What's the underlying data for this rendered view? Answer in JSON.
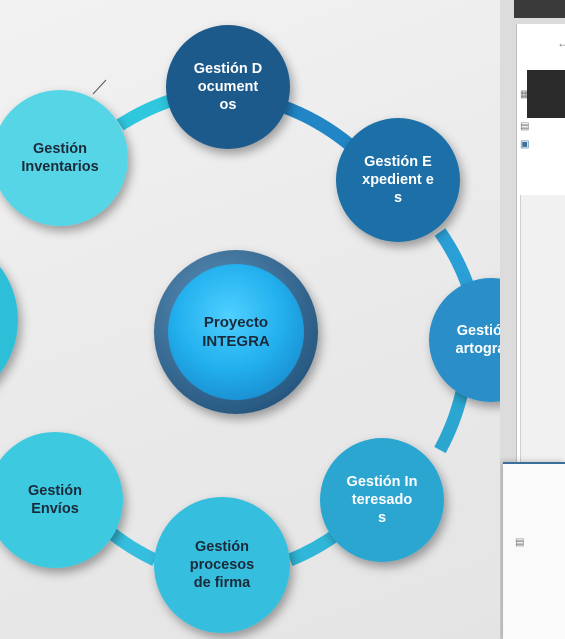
{
  "diagram": {
    "center": {
      "label_line1": "Proyecto",
      "label_line2": "INTEGRA"
    },
    "nodes": [
      {
        "label": "Gestión Document os",
        "fill": "#1e5a8c",
        "text_color": "#ffffff"
      },
      {
        "label": "Gestión Expedient es",
        "fill": "#1e6fa7",
        "text_color": "#ffffff"
      },
      {
        "label": "Gestión Cartografí a",
        "fill": "#2a8fc9",
        "text_color": "#ffffff"
      },
      {
        "label": "Gestión Interesado s",
        "fill": "#2aa6d1",
        "text_color": "#ffffff"
      },
      {
        "label": "Gestión procesos de firma",
        "fill": "#36bede",
        "text_color": "#1b2a3a"
      },
      {
        "label": "Gestión Envíos",
        "fill": "#3ec9e0",
        "text_color": "#1b2a3a"
      },
      {
        "label": "",
        "fill": "#2fbfd8",
        "text_color": "#1b2a3a"
      },
      {
        "label": "Gestión Inventarios",
        "fill": "#56d5e6",
        "text_color": "#1b2a3a"
      }
    ],
    "colors": {
      "center_fill": "#29b3ea",
      "center_ring": "#3a6f98",
      "ring_top": "#1d6ea8",
      "ring_bottom": "#2ec3dc"
    }
  },
  "window_fragment": {
    "icons": [
      "arrow-left-icon",
      "grid-icon",
      "clipboard-icon",
      "document-icon"
    ]
  }
}
